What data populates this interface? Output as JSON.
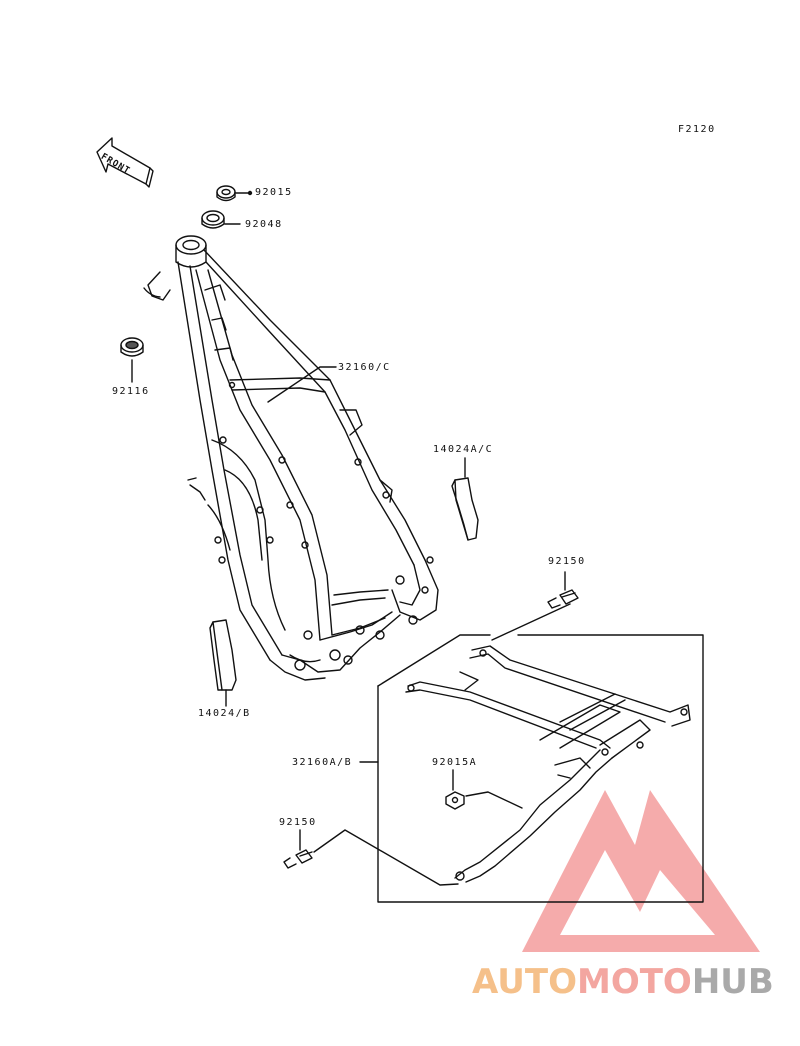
{
  "diagram": {
    "figure_id": "F2120",
    "front_marker": "FRONT",
    "parts": [
      {
        "key": "nut_top",
        "number": "92015"
      },
      {
        "key": "seal_top",
        "number": "92048"
      },
      {
        "key": "seal_left",
        "number": "92116"
      },
      {
        "key": "frame_main",
        "number": "32160/C"
      },
      {
        "key": "guard_right",
        "number": "14024A/C"
      },
      {
        "key": "guard_left",
        "number": "14024/B"
      },
      {
        "key": "bolt_upper",
        "number": "92150"
      },
      {
        "key": "subframe",
        "number": "32160A/B"
      },
      {
        "key": "nut_sub",
        "number": "92015A"
      },
      {
        "key": "bolt_lower",
        "number": "92150"
      }
    ]
  },
  "watermark": {
    "part1": "AUTO",
    "part2": "MOTO",
    "part3": "HUB",
    "colors": {
      "part1": "#f5c08a",
      "part2": "#f3a6a0",
      "part3": "#a9a9a9",
      "logo": "#ef7c7c"
    }
  }
}
